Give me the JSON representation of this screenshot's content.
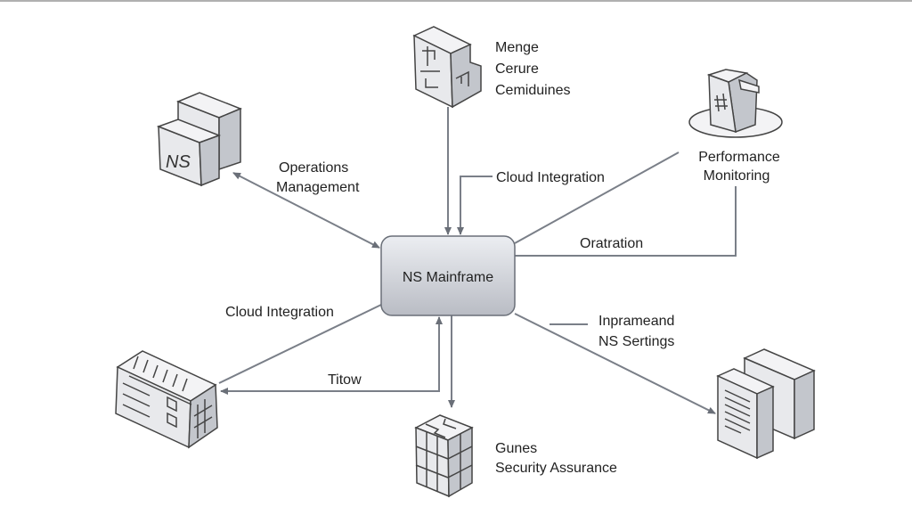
{
  "center": {
    "label": "NS Mainframe"
  },
  "nodes": {
    "top": {
      "lines": [
        "Menge",
        "Cerure",
        "Cemiduines"
      ],
      "icon": "building-icon"
    },
    "performance": {
      "lines": [
        "Performance",
        "Monitoring"
      ],
      "icon": "server-on-platform-icon"
    },
    "operations": {
      "lines": [
        "Operations",
        "Management"
      ],
      "icon": "ns-server-icon"
    },
    "security": {
      "lines": [
        "Gunes",
        "Security Assurance"
      ],
      "icon": "cube-block-icon"
    },
    "bottom_left": {
      "icon": "office-building-icon"
    },
    "bottom_right": {
      "icon": "server-rack-icon"
    }
  },
  "edges": {
    "cloud_integration_top": "Cloud Integration",
    "oratration": "Oratration",
    "cloud_integration_left": "Cloud Integration",
    "titow": "Titow",
    "settings": [
      "Inprameand",
      "NS Sertings"
    ]
  },
  "ns_logo": "NS",
  "colors": {
    "line": "#7a7f88",
    "box_top": "#eceef2",
    "box_bottom": "#b9bcc4"
  }
}
